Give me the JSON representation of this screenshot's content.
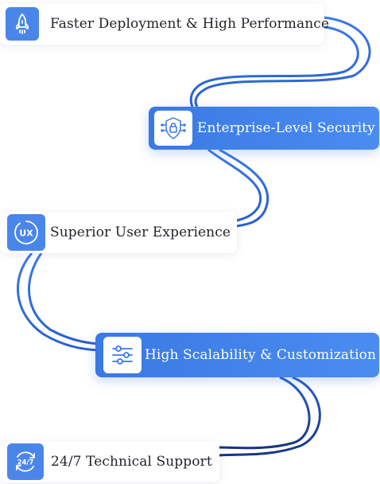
{
  "features": [
    {
      "label": "Faster Deployment & High Performance",
      "icon": "rocket-icon",
      "style": "white"
    },
    {
      "label": "Enterprise-Level Security",
      "icon": "shield-lock-icon",
      "style": "blue"
    },
    {
      "label": "Superior User Experience",
      "icon": "ux-icon",
      "style": "white"
    },
    {
      "label": "High Scalability & Customization",
      "icon": "sliders-icon",
      "style": "blue"
    },
    {
      "label": "24/7 Technical Support",
      "icon": "support-24-7-icon",
      "style": "white"
    }
  ],
  "icon_texts": {
    "ux": "UX",
    "support": "24/7"
  },
  "colors": {
    "accent": "#4a86ea",
    "connector": "#2f6bd8",
    "connector_dark": "#1a3f8f"
  }
}
